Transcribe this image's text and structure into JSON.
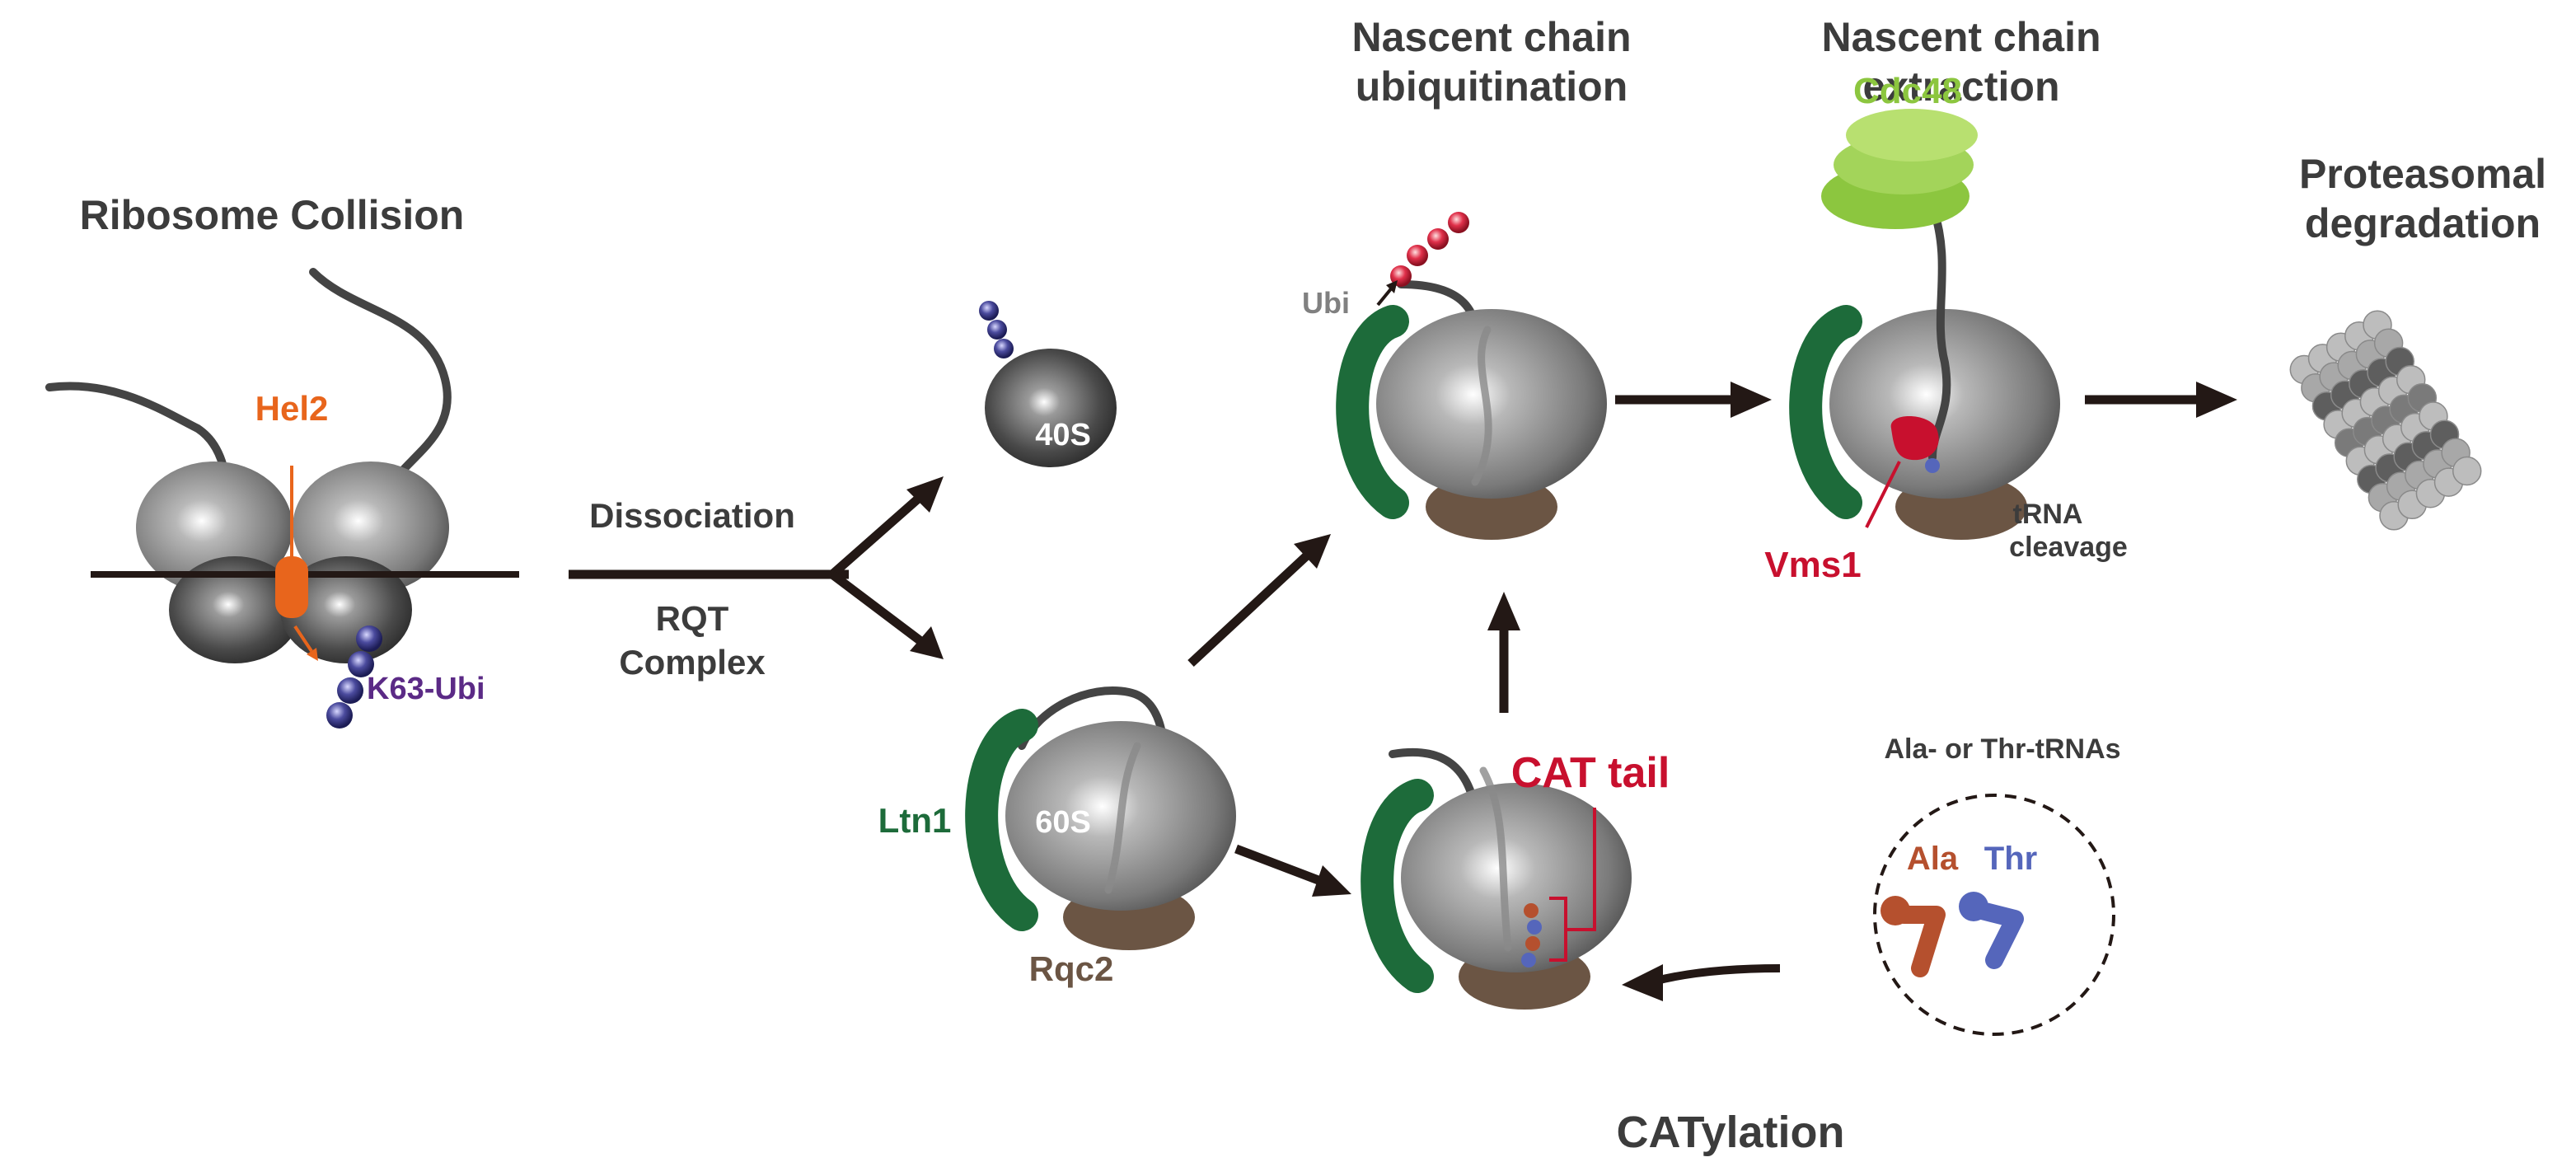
{
  "titles": {
    "ribosome_collision": "Ribosome Collision",
    "ubiquitination_1": "Nascent chain",
    "ubiquitination_2": "ubiquitination",
    "extraction_1": "Nascent chain",
    "extraction_2": "extraction",
    "degradation_1": "Proteasomal",
    "degradation_2": "degradation",
    "catylation": "CATylation"
  },
  "labels": {
    "hel2": "Hel2",
    "k63_ubi": "K63-Ubi",
    "dissociation": "Dissociation",
    "rqt_1": "RQT",
    "rqt_2": "Complex",
    "subunit_40s": "40S",
    "subunit_60s": "60S",
    "ltn1": "Ltn1",
    "rqc2": "Rqc2",
    "ubi": "Ubi",
    "cdc48": "Cdc48",
    "vms1": "Vms1",
    "trna_cleavage_1": "tRNA",
    "trna_cleavage_2": "cleavage",
    "cat_tail": "CAT tail",
    "trna_pool": "Ala- or Thr-tRNAs",
    "ala": "Ala",
    "thr": "Thr"
  },
  "colors": {
    "hel2": "#e8651c",
    "k63_ubi": "#5b2a86",
    "ltn1": "#1d6b3a",
    "rqc2": "#6b5544",
    "cdc48": "#8cc63f",
    "vms1": "#c8102e",
    "cat_tail": "#c8102e",
    "ala": "#b5502e",
    "thr": "#5566bb",
    "arrow": "#231815",
    "title": "#3c3c3c",
    "ubi": "#808080"
  }
}
